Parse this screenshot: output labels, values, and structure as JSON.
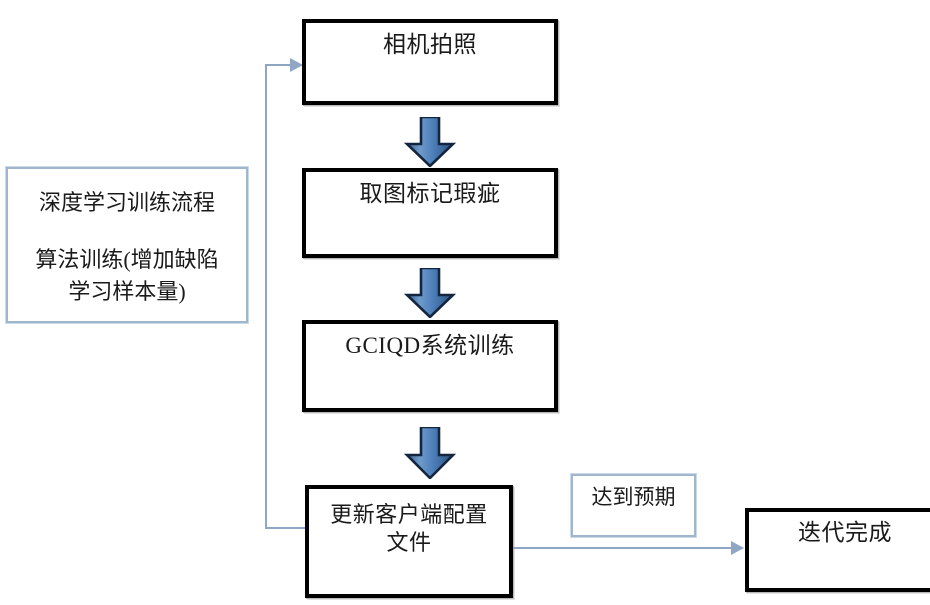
{
  "diagram": {
    "title": "深度学习训练流程",
    "background_color": "#ffffff",
    "box_border_color": "#000000",
    "note_border_color": "#9fb6cd",
    "arrow_fill_color": "#4f81bd",
    "arrow_outline_color": "#1f3864",
    "connector_color": "#8fa7c4"
  },
  "side_note": {
    "line1": "深度学习训练流程",
    "line2": "算法训练(增加缺陷\n学习样本量)"
  },
  "nodes": [
    {
      "id": "camera",
      "label": "相机拍照"
    },
    {
      "id": "mark-defect",
      "label": "取图标记瑕疵"
    },
    {
      "id": "gciqd-train",
      "label": "GCIQD系统训练"
    },
    {
      "id": "update-client-config",
      "label": "更新客户端配置\n文件"
    },
    {
      "id": "iteration-done",
      "label": "迭代完成"
    }
  ],
  "edge_labels": [
    {
      "id": "meets-expectation",
      "label": "达到预期"
    }
  ],
  "arrows": [
    {
      "id": "camera-to-mark",
      "type": "block-arrow-down"
    },
    {
      "id": "mark-to-gciqd",
      "type": "block-arrow-down"
    },
    {
      "id": "gciqd-to-update",
      "type": "block-arrow-down"
    },
    {
      "id": "update-to-done",
      "type": "line-arrow-right"
    },
    {
      "id": "update-to-camera-feedback",
      "type": "line-arrow-loop"
    }
  ]
}
